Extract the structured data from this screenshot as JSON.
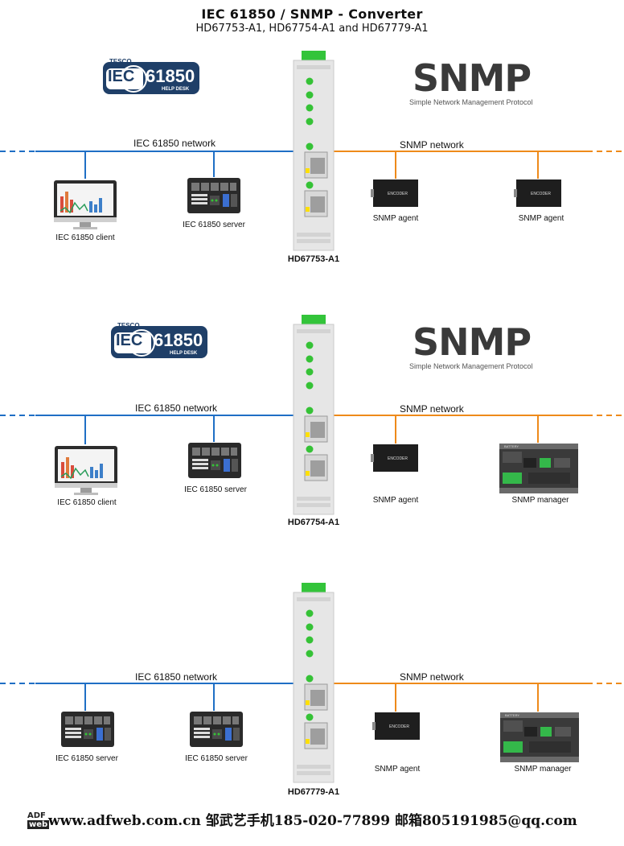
{
  "header": {
    "title": "IEC 61850 / SNMP - Converter",
    "subtitle": "HD67753-A1, HD67754-A1 and HD67779-A1"
  },
  "logos": {
    "iec_brand": "TESCO",
    "iec_prefix": "IEC",
    "iec_number": "61850",
    "iec_tag": "HELP DESK",
    "snmp_text": "SNMP",
    "snmp_sub": "Simple Network Management Protocol"
  },
  "sections": [
    {
      "model": "HD67753-A1",
      "left_network": "IEC 61850 network",
      "right_network": "SNMP network",
      "left_devices": [
        "IEC 61850 client",
        "IEC 61850 server"
      ],
      "right_devices": [
        "SNMP agent",
        "SNMP agent"
      ]
    },
    {
      "model": "HD67754-A1",
      "left_network": "IEC 61850 network",
      "right_network": "SNMP network",
      "left_devices": [
        "IEC 61850 client",
        "IEC 61850 server"
      ],
      "right_devices": [
        "SNMP agent",
        "SNMP manager"
      ]
    },
    {
      "model": "HD67779-A1",
      "left_network": "IEC 61850 network",
      "right_network": "SNMP network",
      "left_devices": [
        "IEC 61850 server",
        "IEC 61850 server"
      ],
      "right_devices": [
        "SNMP agent",
        "SNMP manager"
      ]
    }
  ],
  "device_text": {
    "encoder": "ENCODER",
    "battery": "BATTERY"
  },
  "footer": {
    "adf_top": "ADF",
    "adf_bottom": "web",
    "text": "www.adfweb.com.cn  邹武艺手机185-020-77899  邮箱805191985@qq.com"
  },
  "colors": {
    "iec_line": "#1f6fc5",
    "snmp_line": "#ee8a1a",
    "led": "#35c236",
    "iec_logo_bg": "#1f3f68"
  }
}
